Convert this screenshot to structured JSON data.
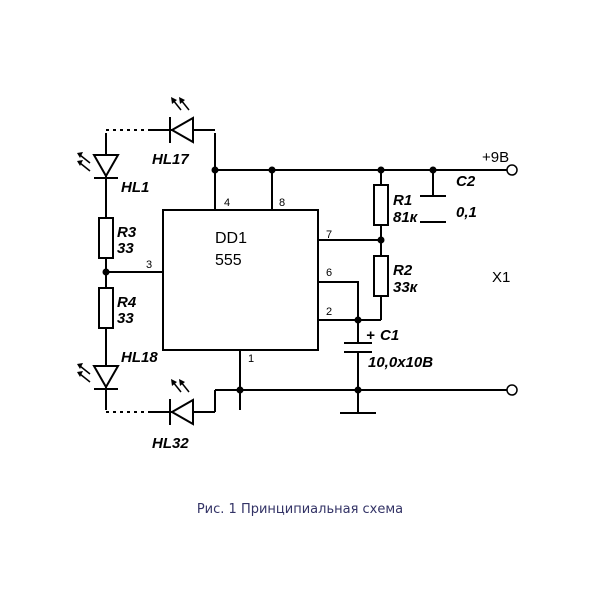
{
  "labels": {
    "hl17": "HL17",
    "hl1": "HL1",
    "hl18": "HL18",
    "hl32": "HL32",
    "r3": "R3",
    "r3_value": "33",
    "r4": "R4",
    "r4_value": "33",
    "r1": "R1",
    "r1_value": "81к",
    "r2": "R2",
    "r2_value": "33к",
    "c1": "C1",
    "c1_value": "10,0x10В",
    "c1_polarity": "+",
    "c2": "C2",
    "c2_value": "0,1",
    "supply": "+9В",
    "connector": "X1",
    "chip_name": "DD1",
    "chip_type": "555"
  },
  "pins": {
    "p1": "1",
    "p2": "2",
    "p3": "3",
    "p4": "4",
    "p6": "6",
    "p7": "7",
    "p8": "8"
  },
  "caption": "Рис. 1 Принципиальная схема"
}
